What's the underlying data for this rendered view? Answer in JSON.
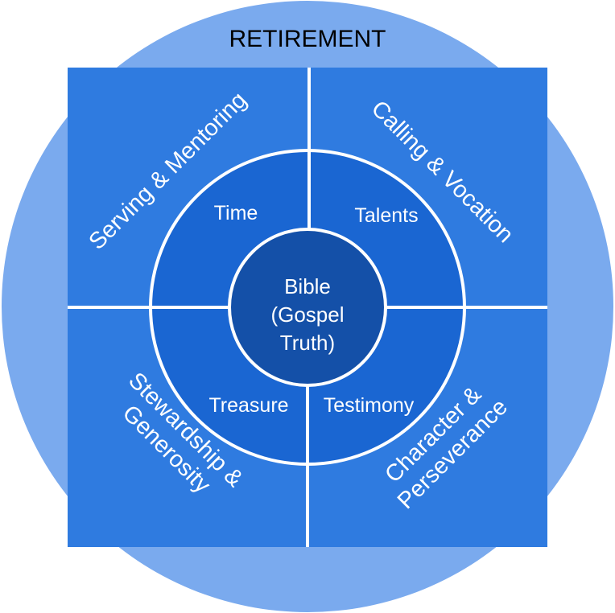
{
  "title": "RETIREMENT",
  "center": {
    "lines": [
      "Bible",
      "(Gospel",
      "Truth)"
    ]
  },
  "inner_ring": {
    "top_left": "Time",
    "top_right": "Talents",
    "bottom_left": "Treasure",
    "bottom_right": "Testimony"
  },
  "outer_ring": {
    "top_left": "Serving & Mentoring",
    "top_right": "Calling & Vocation",
    "bottom_left": [
      "Stewardship &",
      "Generosity"
    ],
    "bottom_right": [
      "Character &",
      "Perseverance"
    ]
  },
  "colors": {
    "outer_circle": "#7aaaee",
    "square": "#2f7be0",
    "inner_ring": "#1a66d2",
    "center": "#1450a8",
    "divider": "#ffffff"
  }
}
